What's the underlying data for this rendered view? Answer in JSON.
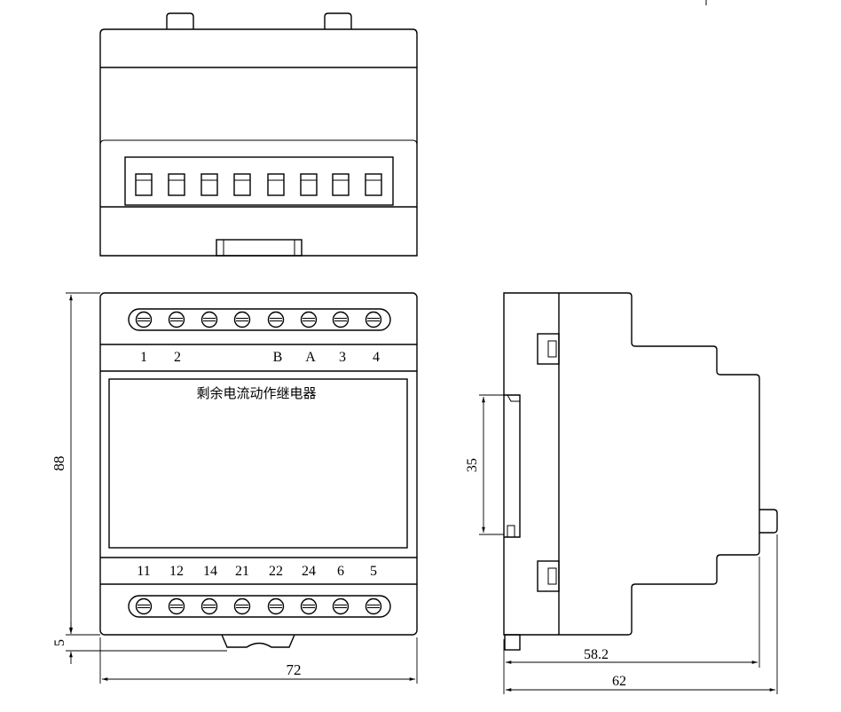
{
  "front_view": {
    "title": "剩余电流动作继电器",
    "top_terminal_labels": [
      "1",
      "2",
      "B",
      "A",
      "3",
      "4"
    ],
    "bottom_terminal_labels": [
      "11",
      "12",
      "14",
      "21",
      "22",
      "24",
      "6",
      "5"
    ]
  },
  "dimensions": {
    "height": "88",
    "clip_offset": "5",
    "width": "72",
    "rail_width": "35",
    "depth_body": "58.2",
    "depth_total": "62"
  }
}
